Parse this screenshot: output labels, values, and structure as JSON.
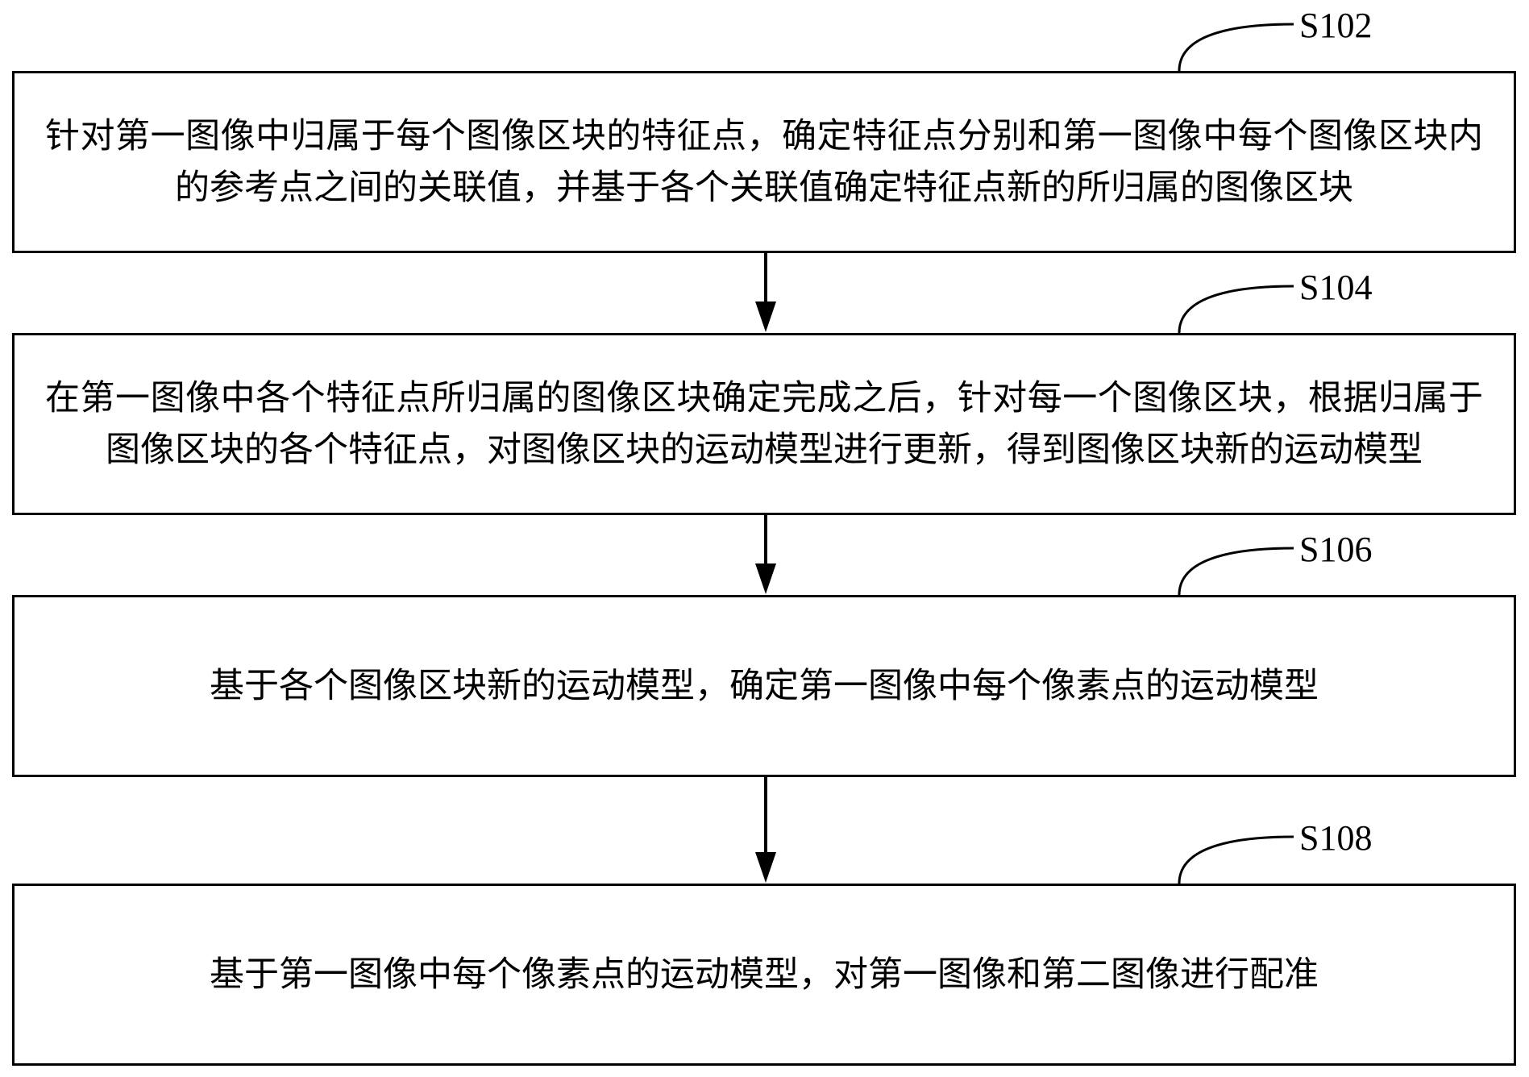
{
  "steps": [
    {
      "id": "S102",
      "text": "针对第一图像中归属于每个图像区块的特征点，确定特征点分别和第一图像中每个图像区块内的参考点之间的关联值，并基于各个关联值确定特征点新的所归属的图像区块"
    },
    {
      "id": "S104",
      "text": "在第一图像中各个特征点所归属的图像区块确定完成之后，针对每一个图像区块，根据归属于图像区块的各个特征点，对图像区块的运动模型进行更新，得到图像区块新的运动模型"
    },
    {
      "id": "S106",
      "text": "基于各个图像区块新的运动模型，确定第一图像中每个像素点的运动模型"
    },
    {
      "id": "S108",
      "text": "基于第一图像中每个像素点的运动模型，对第一图像和第二图像进行配准"
    }
  ]
}
